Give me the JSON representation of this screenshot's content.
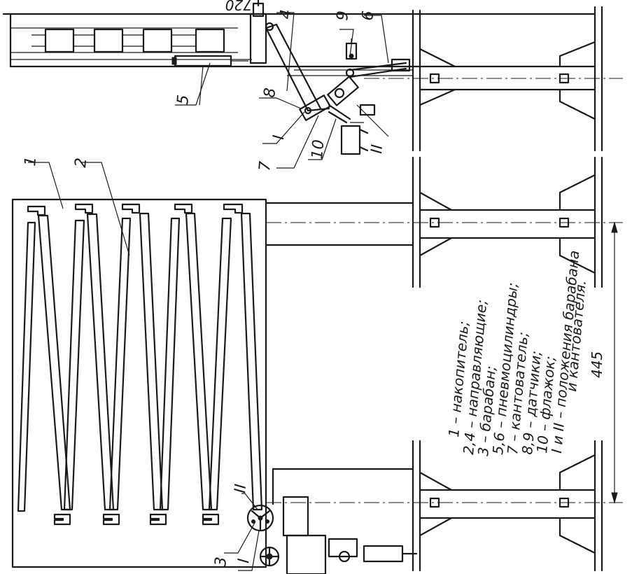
{
  "labels": {
    "n1": "1",
    "n2": "2",
    "n3": "3",
    "n4": "4",
    "n5": "5",
    "n6": "6",
    "n7": "7",
    "n8": "8",
    "n9": "9",
    "n10": "10",
    "pos1_top": "I",
    "pos2_top": "II",
    "pos1_bottom": "I",
    "pos2_bottom": "II"
  },
  "dimensions": {
    "height": "445",
    "top_cut": "720"
  },
  "legend": [
    "1 – накопитель;",
    "2,4 – направляющие;",
    "3 – барабан;",
    "5,6 – пневмоцилиндры;",
    "7 – кантователь;",
    "8,9 – датчики;",
    "10 – флажок;",
    "I и II – положения барабана",
    "и кантователя."
  ]
}
